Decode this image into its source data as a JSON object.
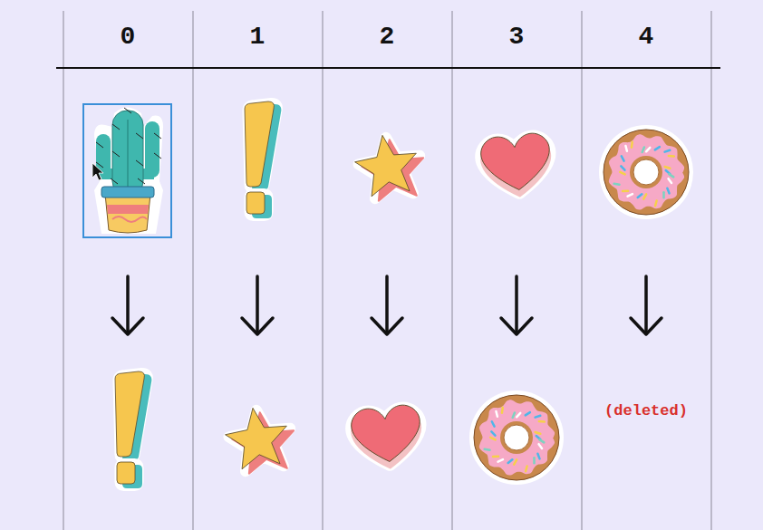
{
  "diagram": {
    "labels": [
      "0",
      "1",
      "2",
      "3",
      "4",
      "(deleted)"
    ]
  }
}
